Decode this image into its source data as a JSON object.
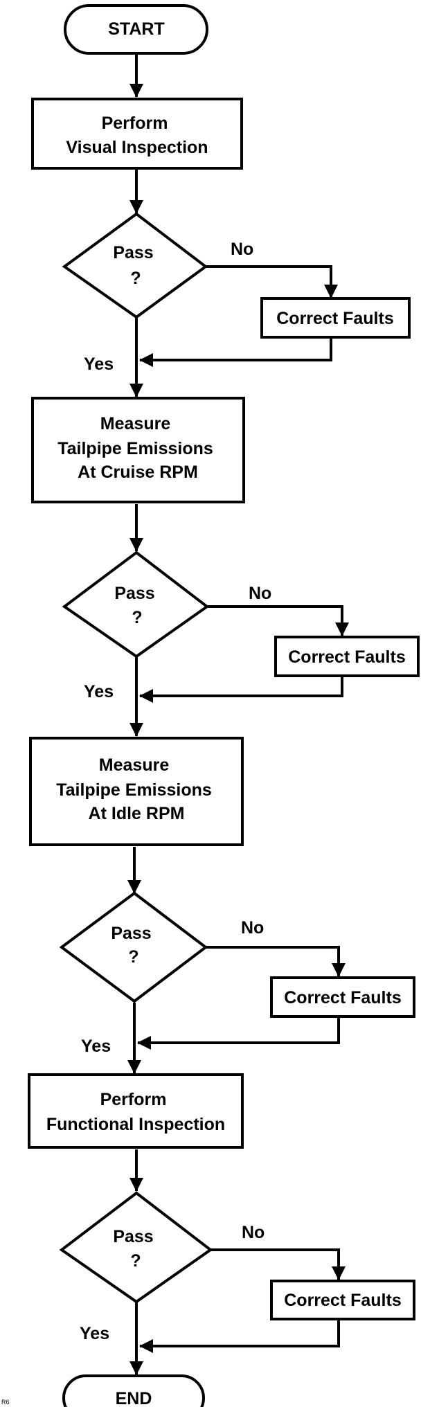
{
  "flowchart": {
    "start": "START",
    "end": "END",
    "steps": [
      {
        "label_lines": [
          "Perform",
          "Visual Inspection"
        ]
      },
      {
        "label_lines": [
          "Measure",
          "Tailpipe Emissions",
          "At Cruise RPM"
        ]
      },
      {
        "label_lines": [
          "Measure",
          "Tailpipe Emissions",
          "At Idle RPM"
        ]
      },
      {
        "label_lines": [
          "Perform",
          "Functional Inspection"
        ]
      }
    ],
    "decisions": [
      {
        "label_lines": [
          "Pass",
          "?"
        ],
        "no_label": "No",
        "yes_label": "Yes",
        "fix_label": "Correct Faults"
      },
      {
        "label_lines": [
          "Pass",
          "?"
        ],
        "no_label": "No",
        "yes_label": "Yes",
        "fix_label": "Correct Faults"
      },
      {
        "label_lines": [
          "Pass",
          "?"
        ],
        "no_label": "No",
        "yes_label": "Yes",
        "fix_label": "Correct Faults"
      },
      {
        "label_lines": [
          "Pass",
          "?"
        ],
        "no_label": "No",
        "yes_label": "Yes",
        "fix_label": "Correct Faults"
      }
    ],
    "corner_mark": "R6"
  }
}
